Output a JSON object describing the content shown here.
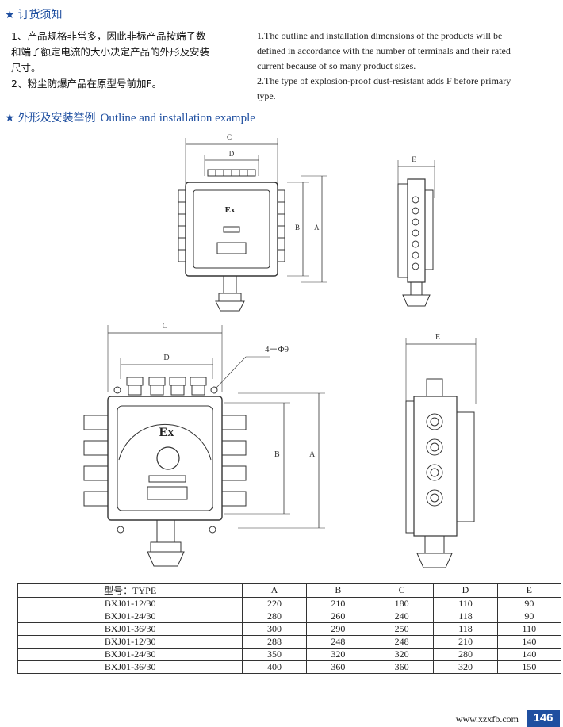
{
  "ordering": {
    "heading": "订货须知",
    "cn_lines": [
      "1、产品规格非常多，因此非标产品按端子数",
      "和端子额定电流的大小决定产品的外形及安装",
      "尺寸。",
      "2、粉尘防爆产品在原型号前加F。"
    ],
    "en_lines": [
      "1.The outline and installation dimensions of the products will be",
      "defined in accordance with the number of terminals and their rated",
      "current because of so many product sizes.",
      "2.The type of explosion-proof dust-resistant adds F before primary",
      "type."
    ]
  },
  "outline": {
    "heading_cn": "外形及安装举例",
    "heading_en": "Outline and installation example"
  },
  "drawing": {
    "label_c": "C",
    "label_d": "D",
    "label_b": "B",
    "label_a": "A",
    "label_e": "E",
    "ex_mark": "Ex",
    "hole_note": "4－Φ9"
  },
  "table": {
    "headers": [
      "型号：TYPE",
      "A",
      "B",
      "C",
      "D",
      "E"
    ],
    "rows": [
      [
        "BXJ01-12/30",
        "220",
        "210",
        "180",
        "110",
        "90"
      ],
      [
        "BXJ01-24/30",
        "280",
        "260",
        "240",
        "118",
        "90"
      ],
      [
        "BXJ01-36/30",
        "300",
        "290",
        "250",
        "118",
        "110"
      ],
      [
        "BXJ01-12/30",
        "288",
        "248",
        "248",
        "210",
        "140"
      ],
      [
        "BXJ01-24/30",
        "350",
        "320",
        "320",
        "280",
        "140"
      ],
      [
        "BXJ01-36/30",
        "400",
        "360",
        "360",
        "320",
        "150"
      ]
    ]
  },
  "footer": {
    "url": "www.xzxfb.com",
    "page": "146"
  },
  "colors": {
    "accent": "#1f4fa0"
  }
}
